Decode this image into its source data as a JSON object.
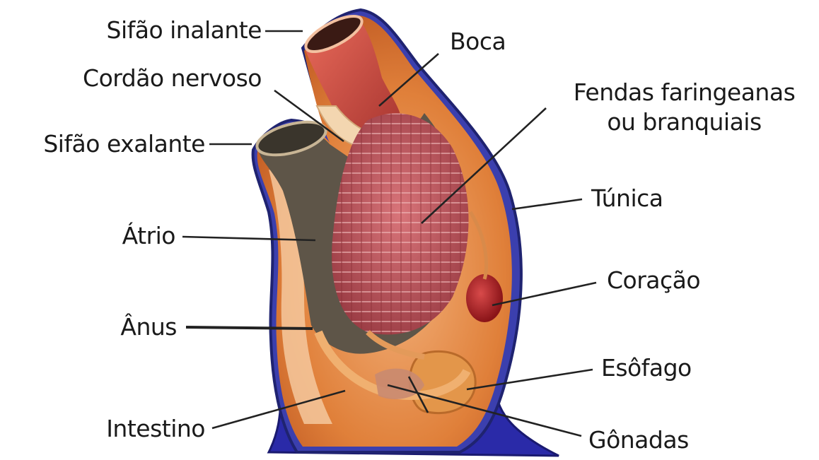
{
  "labels": {
    "sifao_inalante": "Sifão inalante",
    "cordao_nervoso": "Cordão nervoso",
    "sifao_exalante": "Sifão exalante",
    "atrio": "Átrio",
    "anus": "Ânus",
    "intestino": "Intestino",
    "boca": "Boca",
    "fendas_line1": "Fendas faringeanas",
    "fendas_line2": "ou branquiais",
    "tunica": "Túnica",
    "coracao": "Coração",
    "esofago": "Esôfago",
    "gonadas": "Gônadas"
  },
  "colors": {
    "tunic_outline": "#2b2f8f",
    "tunic_base": "#2a2aa8",
    "body_orange": "#d9742c",
    "inner_orange": "#e48a3a",
    "pharynx": "#b8535a",
    "atrium": "#5e5548",
    "heart": "#b3202a",
    "siphon_red": "#c9443e"
  }
}
